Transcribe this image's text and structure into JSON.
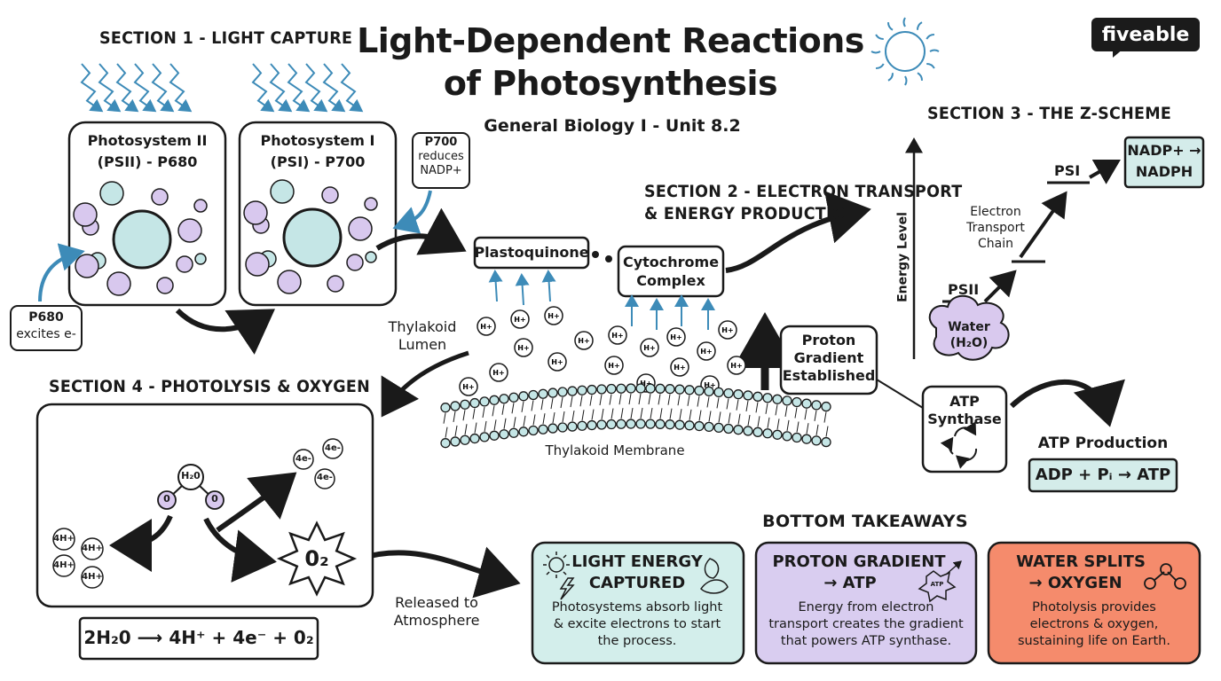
{
  "header": {
    "title_line1": "Light-Dependent Reactions",
    "title_line2": "of Photosynthesis",
    "subtitle": "General Biology I - Unit 8.2",
    "logo": "fiveable"
  },
  "section1": {
    "heading": "SECTION 1 - LIGHT CAPTURE",
    "psii_line1": "Photosystem II",
    "psii_line2": "(PSII) - P680",
    "psi_line1": "Photosystem I",
    "psi_line2": "(PSI) - P700",
    "p700_note": [
      "P700",
      "reduces",
      "NADP+"
    ],
    "p680_note": [
      "P680",
      "excites e-"
    ]
  },
  "section2": {
    "heading_line1": "SECTION 2 - ELECTRON TRANSPORT",
    "heading_line2": "& ENERGY PRODUCTION",
    "plastoquinone": "Plastoquinone",
    "cytochrome_line1": "Cytochrome",
    "cytochrome_line2": "Complex",
    "lumen_line1": "Thylakoid",
    "lumen_line2": "Lumen",
    "proton_ion": "H+",
    "membrane": "Thylakoid Membrane",
    "gradient": [
      "Proton",
      "Gradient",
      "Established"
    ],
    "atp_synthase": [
      "ATP",
      "Synthase"
    ],
    "atp_production": "ATP Production",
    "atp_equation": "ADP + Pᵢ → ATP"
  },
  "section3": {
    "heading": "SECTION 3 - THE Z-SCHEME",
    "axis_label": "Energy Level",
    "psi": "PSI",
    "psii": "PSII",
    "nadp_line1": "NADP+ →",
    "nadp_line2": "NADPH",
    "etc": [
      "Electron",
      "Transport",
      "Chain"
    ],
    "water_line1": "Water",
    "water_line2": "(H₂O)"
  },
  "section4": {
    "heading": "SECTION 4 - PHOTOLYSIS & OXYGEN",
    "water_molecule": "H₂0",
    "oxygen_atom": "0",
    "electrons": [
      "4e-",
      "4e-",
      "4e-"
    ],
    "protons": [
      "4H+",
      "4H+",
      "4H+",
      "4H+"
    ],
    "o2": "0₂",
    "released_line1": "Released to",
    "released_line2": "Atmosphere",
    "equation": "2H₂0 ⟶ 4H⁺ + 4e⁻ + 0₂"
  },
  "takeaways": {
    "heading": "BOTTOM TAKEAWAYS",
    "cards": [
      {
        "title_line1": "LIGHT ENERGY",
        "title_line2": "CAPTURED",
        "body": [
          "Photosystems absorb light",
          "& excite electrons to start",
          "the process."
        ],
        "color": "#d3eeeb"
      },
      {
        "title_line1": "PROTON GRADIENT",
        "title_line2": "→ ATP",
        "badge": "ATP",
        "body": [
          "Energy from electron",
          "transport creates the gradient",
          "that powers ATP synthase."
        ],
        "color": "#d9cdf0"
      },
      {
        "title_line1": "WATER SPLITS",
        "title_line2": "→ OXYGEN",
        "body": [
          "Photolysis provides",
          "electrons & oxygen,",
          "sustaining life on Earth."
        ],
        "color": "#f58b6c"
      }
    ]
  },
  "colors": {
    "teal": "#c5e6e6",
    "lavender": "#d8c8ee",
    "light_blue": "#3d8bb8",
    "ink": "#1a1a1a",
    "coral": "#f58b6c"
  }
}
